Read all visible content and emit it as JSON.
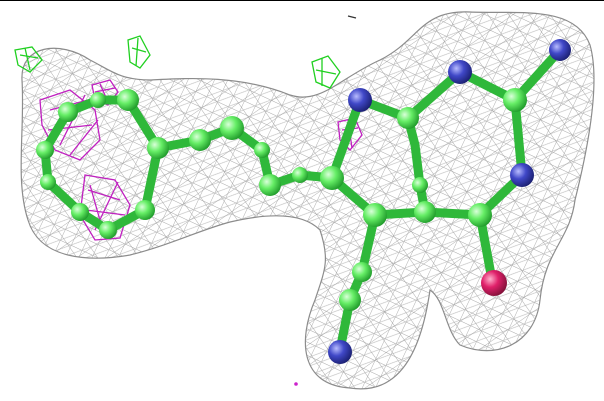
{
  "scene": {
    "background": "#ffffff",
    "mesh_color": "#9a9a9a",
    "positive_diff_color": "#22dd22",
    "negative_diff_color": "#cc22cc",
    "carbon_color": "#55ee55",
    "nitrogen_color": "#3a40c0",
    "oxygen_color": "#dd2060",
    "atom_types": [
      "carbon",
      "nitrogen",
      "oxygen"
    ]
  }
}
